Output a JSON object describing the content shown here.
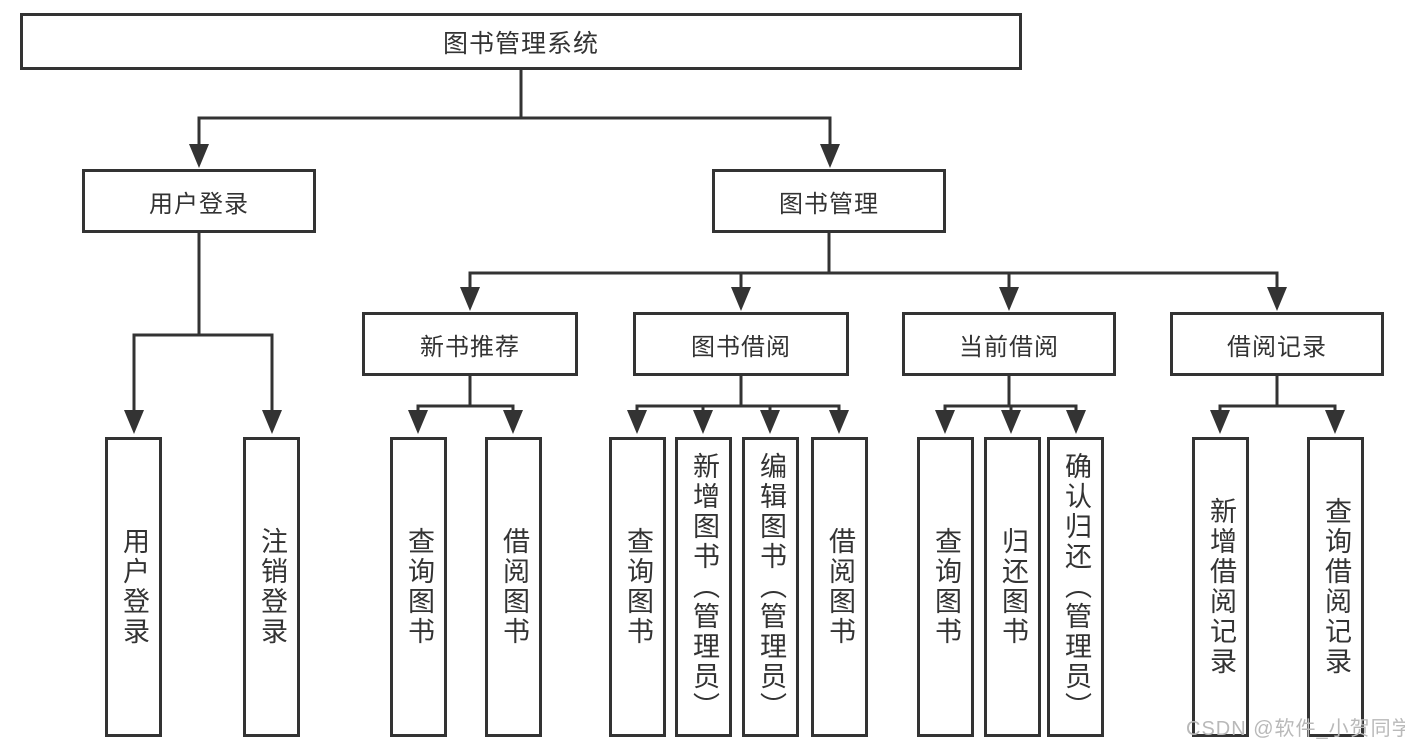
{
  "diagram": {
    "root": {
      "label": "图书管理系统"
    },
    "level2": [
      {
        "label": "用户登录",
        "leaves": [
          "用户登录",
          "注销登录"
        ]
      },
      {
        "label": "图书管理",
        "level3": [
          {
            "label": "新书推荐",
            "leaves": [
              "查询图书",
              "借阅图书"
            ]
          },
          {
            "label": "图书借阅",
            "leaves": [
              "查询图书",
              "新增图书（管理员）",
              "编辑图书（管理员）",
              "借阅图书"
            ]
          },
          {
            "label": "当前借阅",
            "leaves": [
              "查询图书",
              "归还图书",
              "确认归还（管理员）"
            ]
          },
          {
            "label": "借阅记录",
            "leaves": [
              "新增借阅记录",
              "查询借阅记录"
            ]
          }
        ]
      }
    ]
  },
  "watermark": {
    "text": "CSDN @软件_小贺同学"
  },
  "colors": {
    "line": "#333333",
    "box_border": "#333333",
    "text": "#333333",
    "watermark": "#b9b9b9",
    "background": "#ffffff"
  }
}
